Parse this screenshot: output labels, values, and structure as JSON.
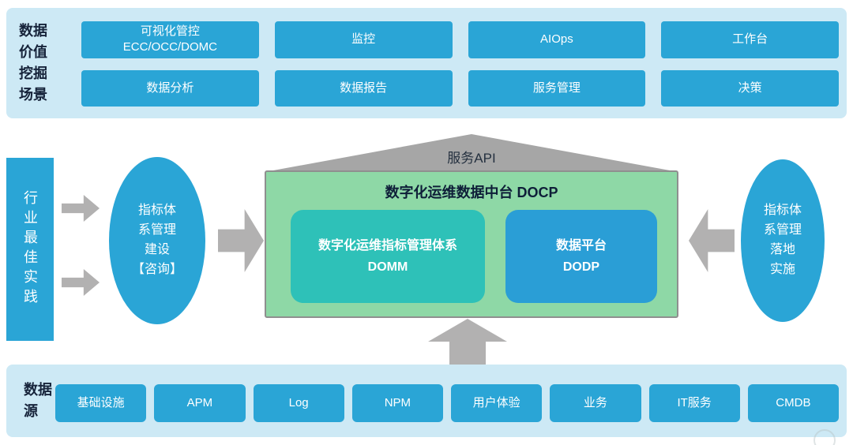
{
  "colors": {
    "band_bg": "#cde9f5",
    "button_blue": "#2aa5d6",
    "panel_green": "#8ed8a6",
    "panel_border_gray": "#8f8f8f",
    "teal_box": "#2ec1b8",
    "inner_blue_box": "#2a9ed6",
    "arrow_gray": "#b2b1b1",
    "roof_gray": "#a6a6a6",
    "dark_text": "#16233a",
    "white_text": "#ffffff"
  },
  "top_band": {
    "label_lines": [
      "数据",
      "价值",
      "挖掘",
      "场景"
    ],
    "row1": [
      [
        "可视化管控",
        "ECC/OCC/DOMC"
      ],
      "监控",
      "AIOps",
      "工作台"
    ],
    "row2": [
      "数据分析",
      "数据报告",
      "服务管理",
      "决策"
    ]
  },
  "middle": {
    "industry_bar_label": "行业最佳实践",
    "left_ellipse_lines": [
      "指标体",
      "系管理",
      "建设",
      "【咨询】"
    ],
    "right_ellipse_lines": [
      "指标体",
      "系管理",
      "落地",
      "实施"
    ],
    "service_api_label": "服务API",
    "platform_title": "数字化运维数据中台 DOCP",
    "domm_box_lines": [
      "数字化运维指标管理体系",
      "DOMM"
    ],
    "dodp_box_lines": [
      "数据平台",
      "DODP"
    ]
  },
  "bottom_band": {
    "label_lines": [
      "数据",
      "源"
    ],
    "buttons": [
      "基础设施",
      "APM",
      "Log",
      "NPM",
      "用户体验",
      "业务",
      "IT服务",
      "CMDB"
    ]
  }
}
